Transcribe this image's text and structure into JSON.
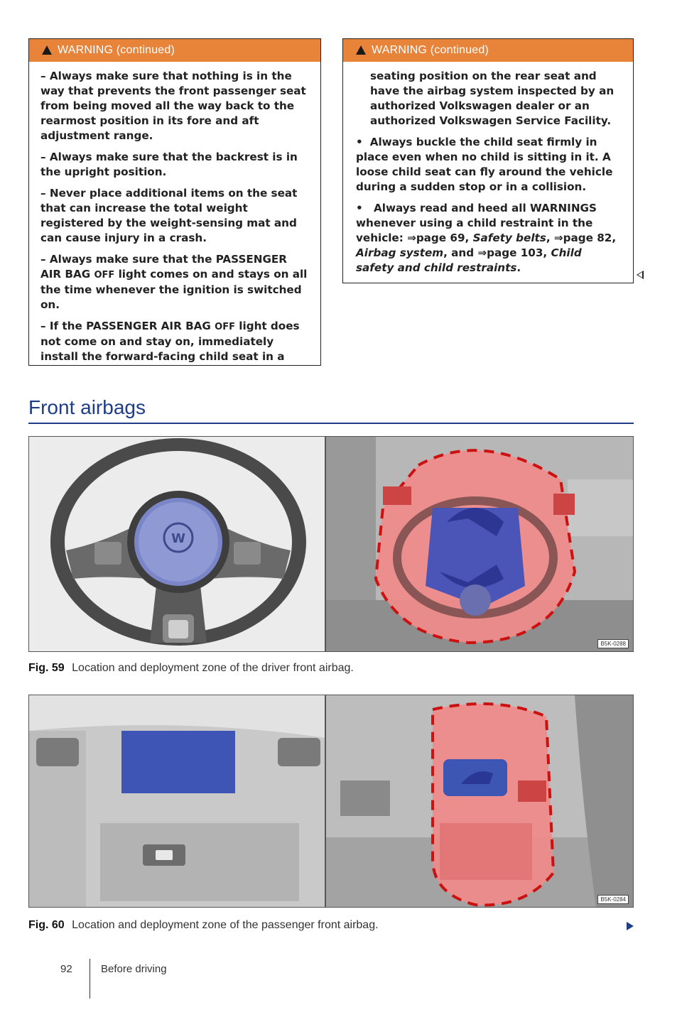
{
  "warning_left": {
    "header": "WARNING (continued)",
    "items": [
      "– Always make sure that nothing is in the way that prevents the front passenger seat from being moved all the way back to the rearmost position in its fore and aft adjustment range.",
      "– Always make sure that the backrest is in the upright position.",
      "– Never place additional items on the seat that can increase the total weight registered by the weight-sensing mat and can cause injury in a crash."
    ],
    "item4_pre": "– Always make sure that the PASSENGER AIR BAG",
    "item4_icon": "OFF",
    "item4_post": "light comes on and stays on all the time whenever the ignition is switched on.",
    "item5_pre": "– If the PASSENGER AIR BAG",
    "item5_icon": "OFF",
    "item5_post": "light does not come on and stay on, immediately install the forward-facing child seat in a"
  },
  "warning_right": {
    "header": "WARNING (continued)",
    "para1": "seating position on the rear seat and have the airbag system inspected by an authorized Volkswagen dealer or an authorized Volkswagen Service Facility.",
    "bullet1": "Always buckle the child seat firmly in place even when no child is sitting in it. A loose child seat can fly around the vehicle during a sudden stop or in a collision.",
    "bullet2_pre": "Always read and heed all WARNINGS whenever using a child restraint in the vehicle: ⇒page 69,",
    "bullet2_ref1": "Safety belts",
    "bullet2_mid1": ", ⇒page 82,",
    "bullet2_ref2": "Airbag system",
    "bullet2_mid2": ", and ⇒page 103,",
    "bullet2_ref3": "Child safety and child restraints",
    "bullet2_end": "."
  },
  "section_title": "Front airbags",
  "fig59": {
    "label": "Fig. 59",
    "caption": "Location and deployment zone of the driver front airbag.",
    "id": "B5K-0288"
  },
  "fig60": {
    "label": "Fig. 60",
    "caption": "Location and deployment zone of the passenger front airbag.",
    "id": "B5K-0284"
  },
  "footer": {
    "page": "92",
    "chapter": "Before driving"
  },
  "colors": {
    "accent": "#1f3d86",
    "warning": "#e8833a",
    "deploy_zone": "#e84a4a",
    "airbag": "#3c4fa8"
  }
}
